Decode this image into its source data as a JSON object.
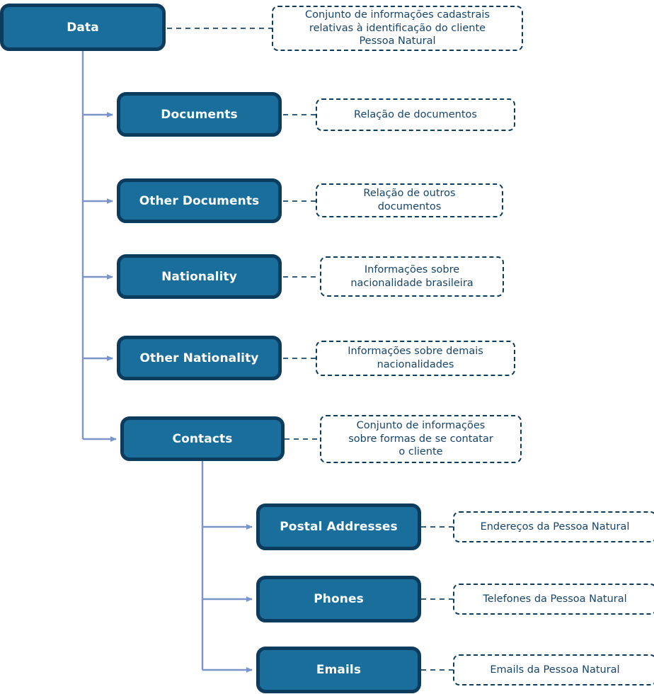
{
  "diagram": {
    "title": "Data",
    "theme": {
      "node_fill": "#1a6e9b",
      "node_border": "#0b3c5d",
      "node_text": "#ffffff",
      "callout_border": "#0b3c5d",
      "callout_text": "#17456b",
      "connector": "#7b95c8",
      "background": "#ffffff"
    },
    "nodes": [
      {
        "id": "data",
        "label": "Data"
      },
      {
        "id": "documents",
        "label": "Documents"
      },
      {
        "id": "other-documents",
        "label": "Other Documents"
      },
      {
        "id": "nationality",
        "label": "Nationality"
      },
      {
        "id": "other-nationality",
        "label": "Other Nationality"
      },
      {
        "id": "contacts",
        "label": "Contacts"
      },
      {
        "id": "postal-addresses",
        "label": "Postal Addresses"
      },
      {
        "id": "phones",
        "label": "Phones"
      },
      {
        "id": "emails",
        "label": "Emails"
      }
    ],
    "callouts": [
      {
        "for": "data",
        "text": "Conjunto de informações cadastrais\nrelativas à identificação do cliente\nPessoa Natural"
      },
      {
        "for": "documents",
        "text": "Relação de documentos"
      },
      {
        "for": "other-documents",
        "text": "Relação de outros\ndocumentos"
      },
      {
        "for": "nationality",
        "text": "Informações sobre\nnacionalidade brasileira"
      },
      {
        "for": "other-nationality",
        "text": "Informações sobre demais\nnacionalidades"
      },
      {
        "for": "contacts",
        "text": "Conjunto de informações\nsobre formas de se contatar\no cliente"
      },
      {
        "for": "postal-addresses",
        "text": "Endereços da Pessoa Natural"
      },
      {
        "for": "phones",
        "text": "Telefones da Pessoa Natural"
      },
      {
        "for": "emails",
        "text": "Emails da Pessoa Natural"
      }
    ],
    "edges": [
      {
        "from": "data",
        "to": "documents"
      },
      {
        "from": "data",
        "to": "other-documents"
      },
      {
        "from": "data",
        "to": "nationality"
      },
      {
        "from": "data",
        "to": "other-nationality"
      },
      {
        "from": "data",
        "to": "contacts"
      },
      {
        "from": "contacts",
        "to": "postal-addresses"
      },
      {
        "from": "contacts",
        "to": "phones"
      },
      {
        "from": "contacts",
        "to": "emails"
      }
    ]
  }
}
